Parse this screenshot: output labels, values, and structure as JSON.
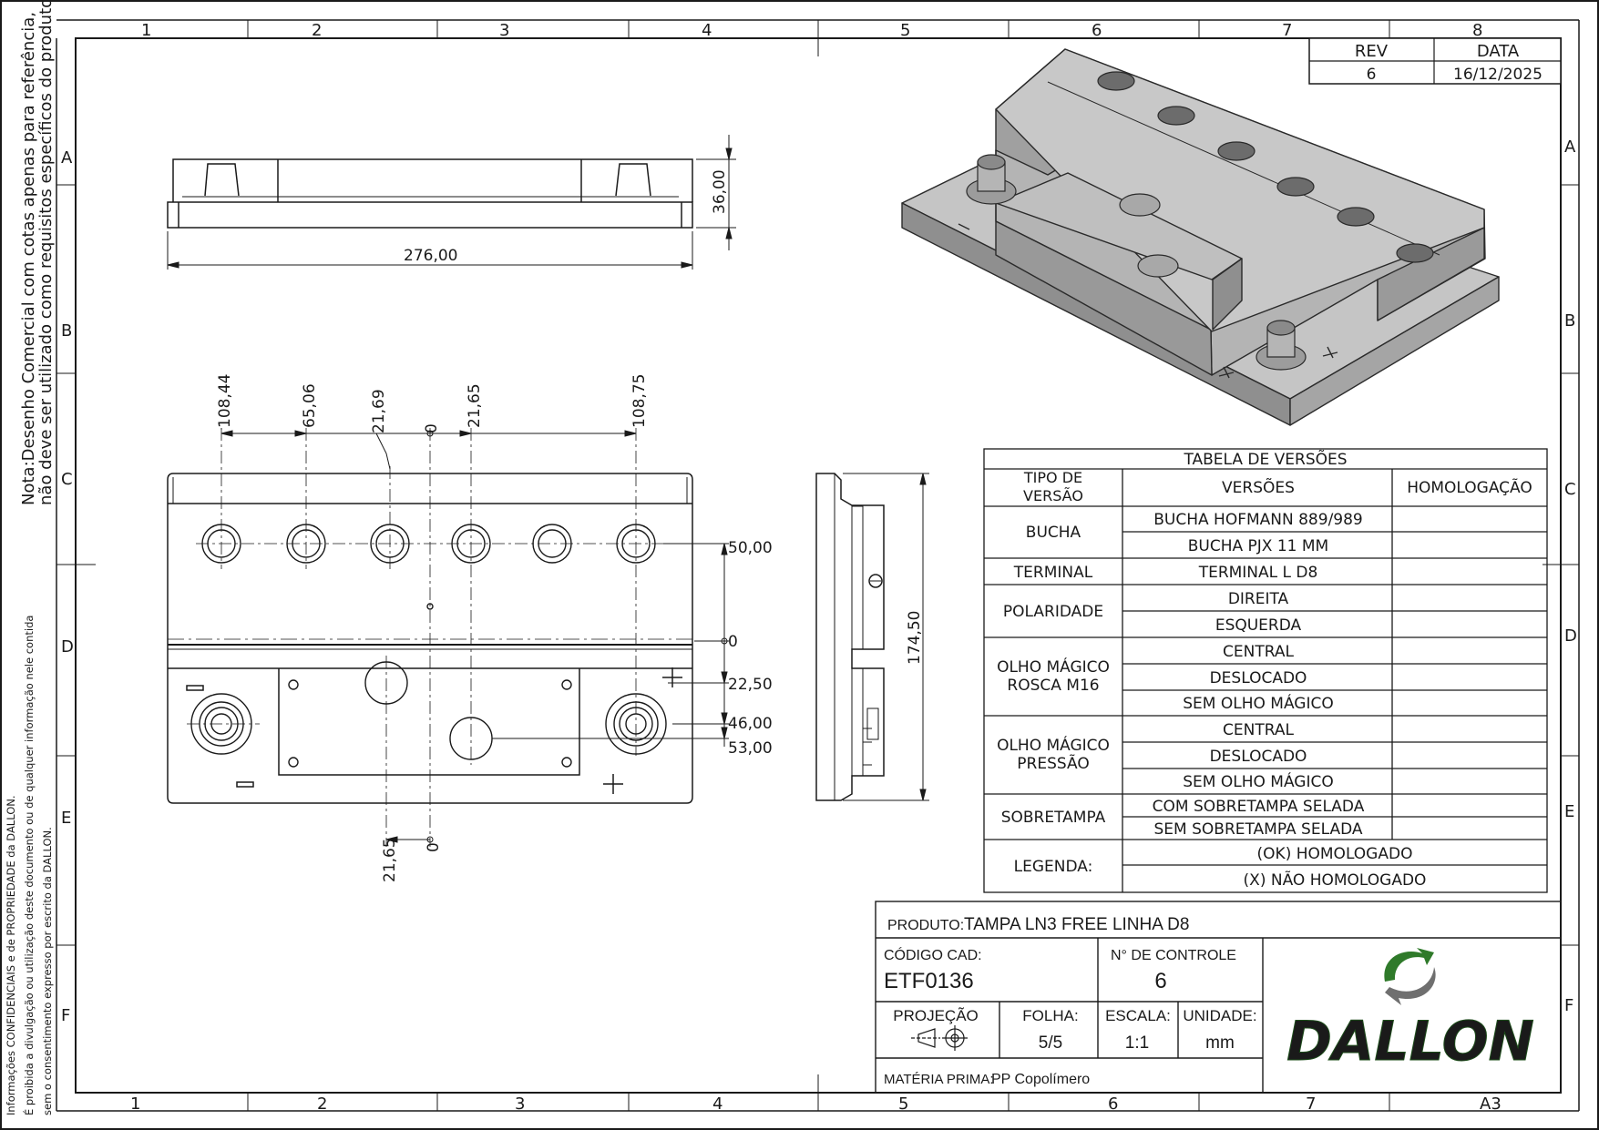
{
  "side_notes": {
    "reference_note_line1": "Nota:Desenho Comercial com cotas apenas para referência,",
    "reference_note_line2": "não deve ser utilizado como requisitos específicos do produto",
    "confidential_line1": "Informações CONFIDENCIAIS e de PROPRIEDADE da DALLON.",
    "confidential_line2": "É proibida a divulgação ou utilização deste documento ou de qualquer informação nele contida",
    "confidential_line3": "sem o consentimento expresso por escrito da DALLON."
  },
  "grid": {
    "columns": [
      "1",
      "2",
      "3",
      "4",
      "5",
      "6",
      "7",
      "8"
    ],
    "bottom_columns": [
      "1",
      "2",
      "3",
      "4",
      "5",
      "6",
      "7"
    ],
    "rows": [
      "A",
      "B",
      "C",
      "D",
      "E",
      "F"
    ],
    "sheet_size": "A3"
  },
  "revision": {
    "rev_label": "REV",
    "date_label": "DATA",
    "rev_value": "6",
    "date_value": "16/12/2025"
  },
  "dimensions": {
    "top_view": {
      "length": "276,00",
      "height": "36,00"
    },
    "plan_view": {
      "top_offsets": [
        "108,44",
        "65,06",
        "21,69",
        "0",
        "21,65",
        "108,75"
      ],
      "right_offsets": [
        "50,00",
        "0",
        "22,50",
        "46,00",
        "53,00"
      ],
      "bottom_offsets": [
        "21,65",
        "0"
      ]
    },
    "side_view": {
      "width": "174,50"
    }
  },
  "versions_table": {
    "title": "TABELA DE VERSÕES",
    "headers": {
      "type": "TIPO DE VERSÃO",
      "versions": "VERSÕES",
      "approval": "HOMOLOGAÇÃO"
    },
    "groups": [
      {
        "type": "BUCHA",
        "versions": [
          "BUCHA HOFMANN 889/989",
          "BUCHA PJX 11 MM"
        ]
      },
      {
        "type": "TERMINAL",
        "versions": [
          "TERMINAL L D8"
        ]
      },
      {
        "type": "POLARIDADE",
        "versions": [
          "DIREITA",
          "ESQUERDA"
        ]
      },
      {
        "type": "OLHO MÁGICO ROSCA M16",
        "versions": [
          "CENTRAL",
          "DESLOCADO",
          "SEM OLHO MÁGICO"
        ]
      },
      {
        "type": "OLHO MÁGICO PRESSÃO",
        "versions": [
          "CENTRAL",
          "DESLOCADO",
          "SEM OLHO MÁGICO"
        ]
      },
      {
        "type": "SOBRETAMPA",
        "versions": [
          "COM SOBRETAMPA SELADA",
          "SEM SOBRETAMPA SELADA"
        ]
      }
    ],
    "legend_label": "LEGENDA:",
    "legend_items": [
      "(OK) HOMOLOGADO",
      "(X) NÃO HOMOLOGADO"
    ]
  },
  "title_block": {
    "product_label": "PRODUTO:",
    "product_value": "TAMPA LN3 FREE LINHA D8",
    "cad_label": "CÓDIGO CAD:",
    "cad_value": "ETF0136",
    "control_label": "N° DE CONTROLE",
    "control_value": "6",
    "projection_label": "PROJEÇÃO",
    "sheet_label": "FOLHA:",
    "sheet_value": "5/5",
    "scale_label": "ESCALA:",
    "scale_value": "1:1",
    "unit_label": "UNIDADE:",
    "unit_value": "mm",
    "material_label": "MATÉRIA PRIMA:",
    "material_value": "PP Copolímero",
    "company": "DALLON"
  },
  "colors": {
    "line": "#1a1a1a",
    "body_grey": "#b9b9b9",
    "body_dark": "#8e8e8e",
    "logo_green": "#2f7a2a",
    "logo_grey": "#6f6f6f"
  }
}
